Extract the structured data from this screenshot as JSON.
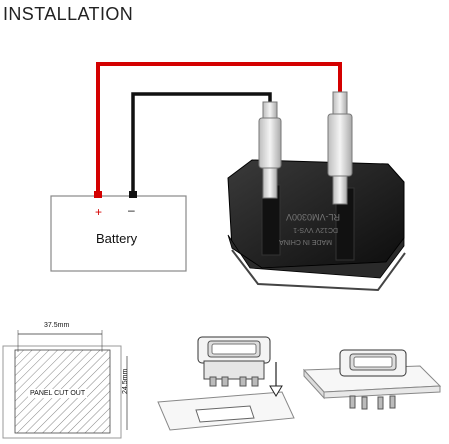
{
  "header": {
    "title": "INSTALLATION"
  },
  "battery": {
    "label": "Battery",
    "positive": "+",
    "negative": "–"
  },
  "cutout": {
    "label": "PANEL CUT OUT",
    "width_label": "37.5mm",
    "height_label": "24.5mm"
  },
  "colors": {
    "positive_wire": "#d40000",
    "negative_wire": "#111111",
    "meter_body": "#1c1c1c"
  }
}
